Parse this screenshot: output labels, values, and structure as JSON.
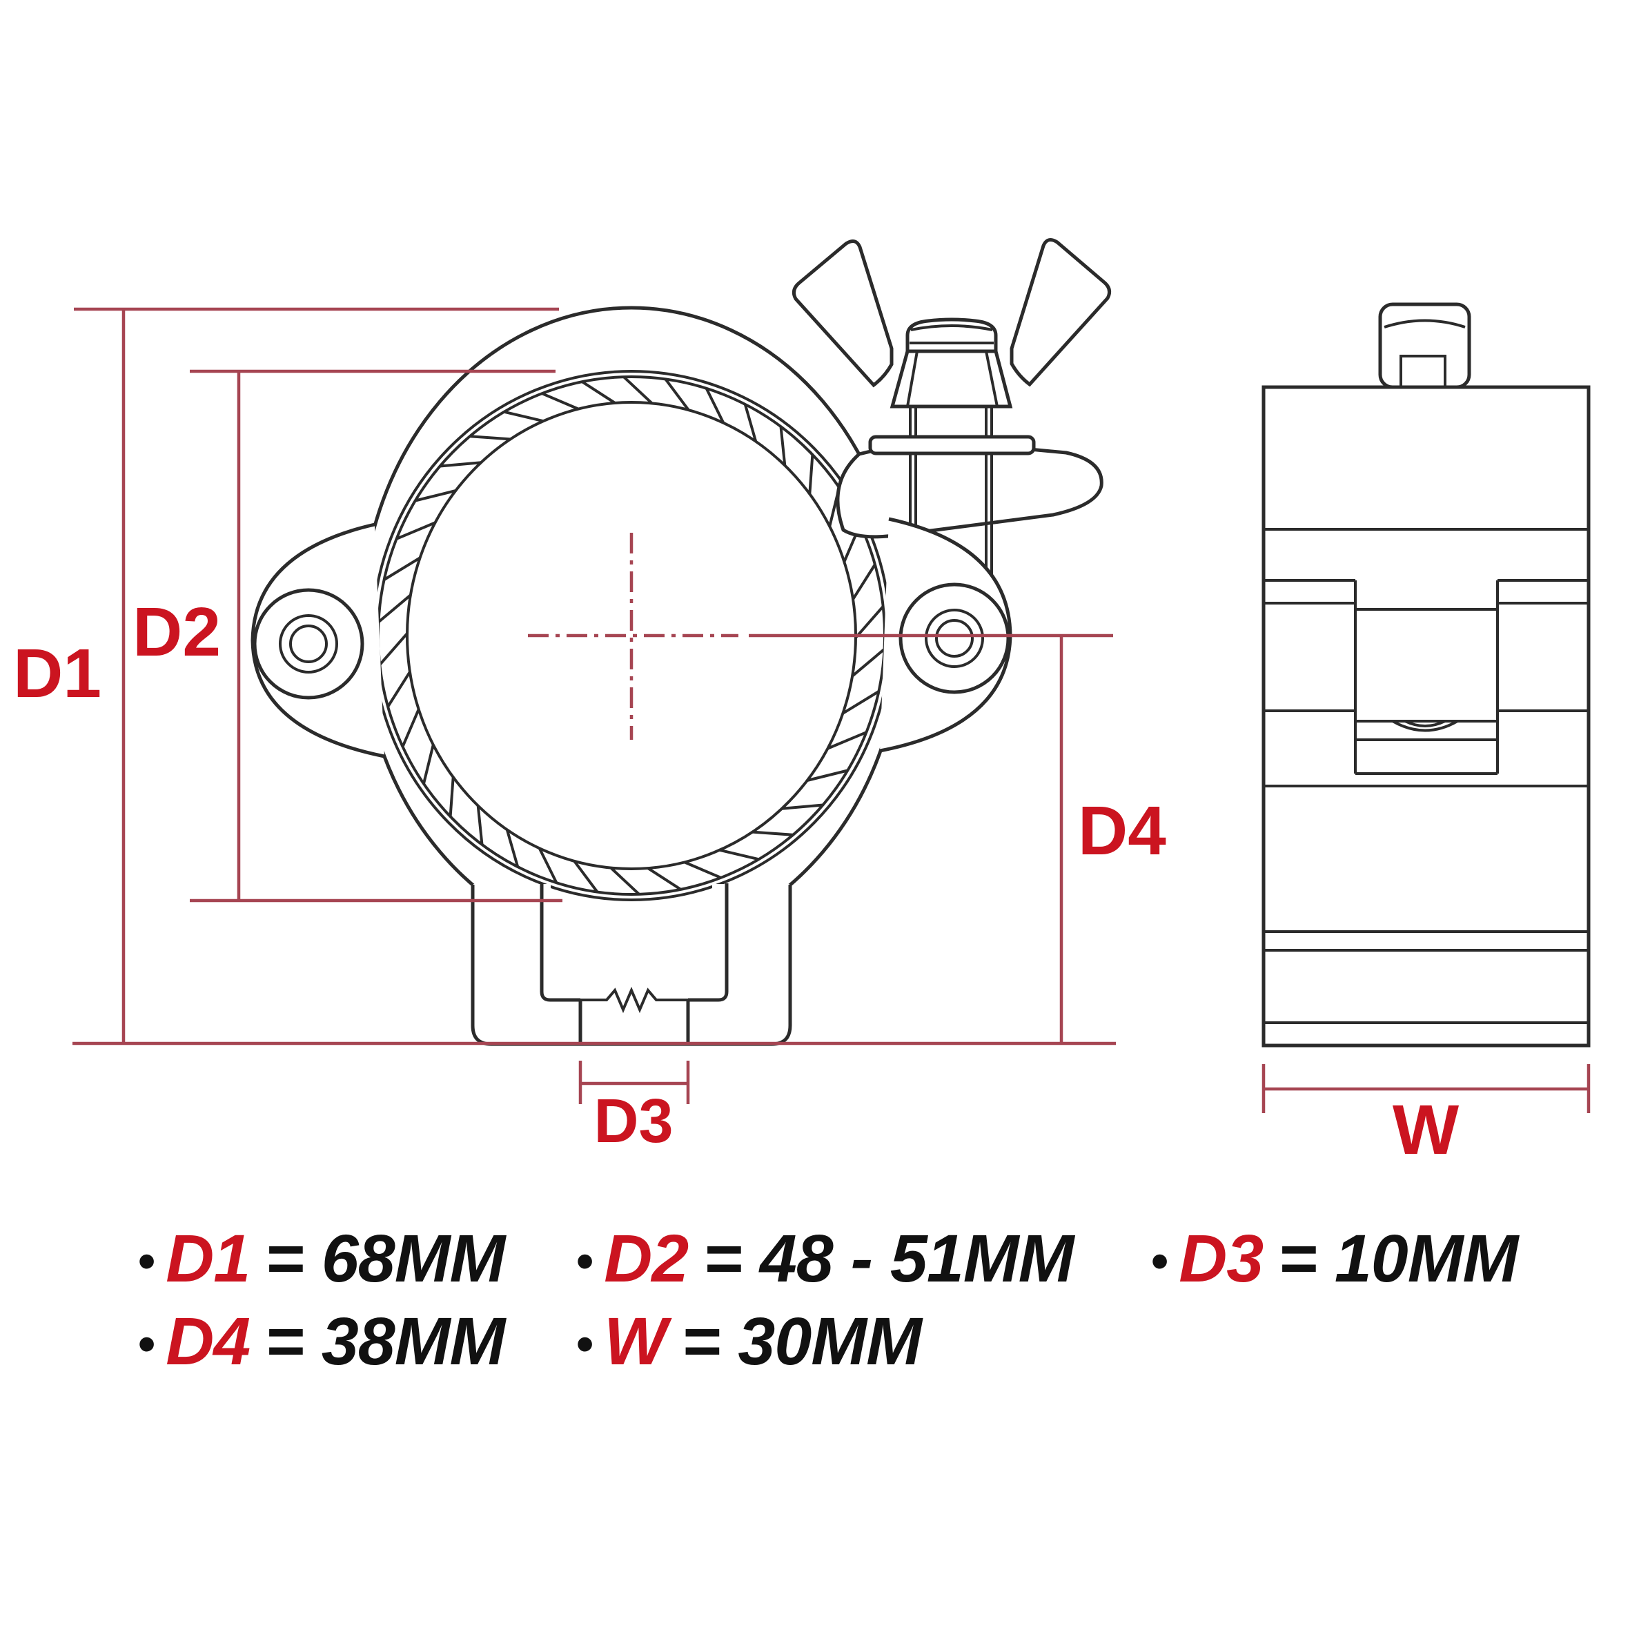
{
  "title": "Pipe clamp dimensional drawing",
  "colors": {
    "dimension_line_red": "#a64552",
    "label_red": "#cb1420",
    "drawing_ink": "#2b2b2b",
    "text_black": "#111111",
    "background": "#ffffff"
  },
  "drawing": {
    "front_view": {
      "name": "clamp-front-view",
      "dim_labels": {
        "d1": "D1",
        "d2": "D2",
        "d3": "D3",
        "d4": "D4"
      }
    },
    "side_view": {
      "name": "clamp-side-view",
      "dim_labels": {
        "w": "W"
      }
    }
  },
  "legend": {
    "bullet": "•",
    "rows": [
      [
        {
          "label": "D1",
          "value": "= 68MM"
        },
        {
          "label": "D2",
          "value": "= 48 - 51MM"
        },
        {
          "label": "D3",
          "value": "= 10MM"
        }
      ],
      [
        {
          "label": "D4",
          "value": "= 38MM"
        },
        {
          "label": "W",
          "value": "= 30MM"
        }
      ]
    ]
  }
}
